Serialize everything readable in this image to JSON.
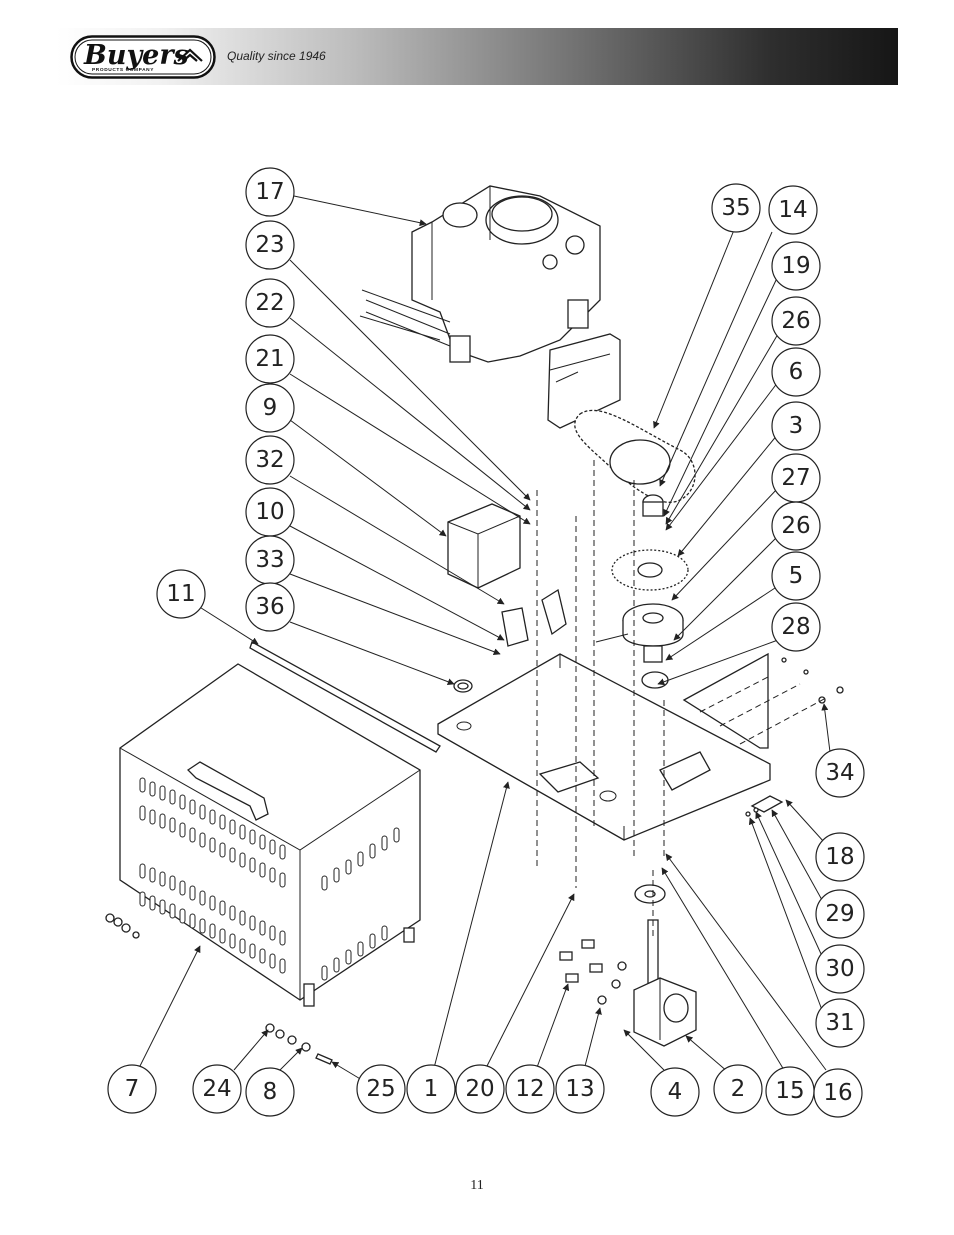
{
  "header": {
    "brand": "Buyers",
    "brand_sub": "PRODUCTS   COMPANY",
    "tagline": "Quality since 1946"
  },
  "callouts": [
    "17",
    "23",
    "22",
    "21",
    "9",
    "32",
    "10",
    "33",
    "36",
    "11",
    "35",
    "14",
    "19",
    "26",
    "6",
    "3",
    "27",
    "26",
    "5",
    "28",
    "34",
    "18",
    "29",
    "30",
    "31",
    "7",
    "24",
    "8",
    "25",
    "1",
    "20",
    "12",
    "13",
    "4",
    "2",
    "15",
    "16"
  ],
  "page_number": "11"
}
